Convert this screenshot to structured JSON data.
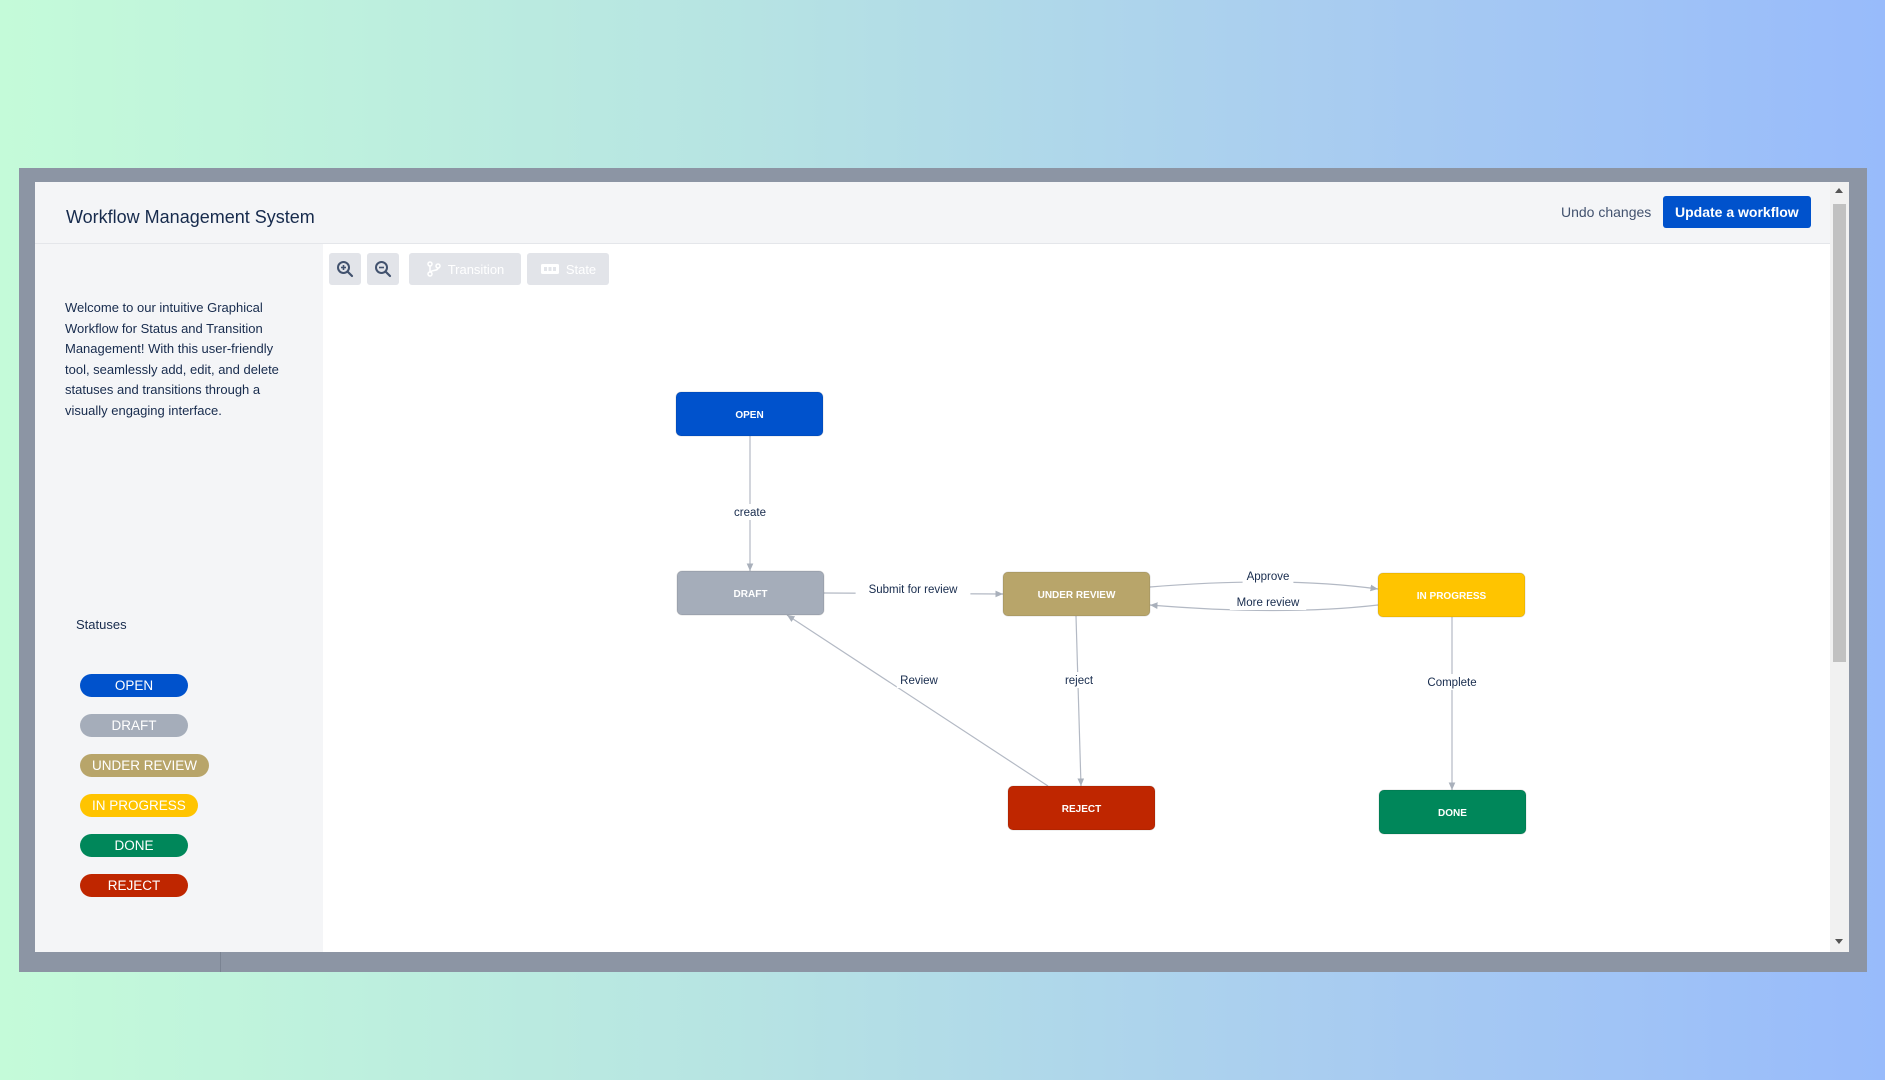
{
  "header": {
    "title": "Workflow Management System",
    "undo_label": "Undo changes",
    "update_label": "Update a workflow"
  },
  "sidebar": {
    "intro": "Welcome to our intuitive Graphical Workflow for Status and Transition Management! With this user-friendly tool, seamlessly add, edit, and delete statuses and transitions through a visually engaging interface.",
    "statuses_heading": "Statuses",
    "statuses": [
      {
        "label": "OPEN",
        "color": "#0052cc"
      },
      {
        "label": "DRAFT",
        "color": "#a5adba"
      },
      {
        "label": "UNDER REVIEW",
        "color": "#b8a56a"
      },
      {
        "label": "IN PROGRESS",
        "color": "#ffc400"
      },
      {
        "label": "DONE",
        "color": "#00875a"
      },
      {
        "label": "REJECT",
        "color": "#bf2600"
      }
    ]
  },
  "toolbar": {
    "zoom_in_icon": "zoom-in-icon",
    "zoom_out_icon": "zoom-out-icon",
    "transition_label": "Transition",
    "state_label": "State"
  },
  "diagram": {
    "nodes": [
      {
        "id": "open",
        "label": "OPEN",
        "color": "#0052cc"
      },
      {
        "id": "draft",
        "label": "DRAFT",
        "color": "#a5adba"
      },
      {
        "id": "under_review",
        "label": "UNDER REVIEW",
        "color": "#b8a56a"
      },
      {
        "id": "in_progress",
        "label": "IN PROGRESS",
        "color": "#ffc400"
      },
      {
        "id": "reject",
        "label": "REJECT",
        "color": "#bf2600"
      },
      {
        "id": "done",
        "label": "DONE",
        "color": "#00875a"
      }
    ],
    "edges": [
      {
        "from": "open",
        "to": "draft",
        "label": "create"
      },
      {
        "from": "draft",
        "to": "under_review",
        "label": "Submit for review"
      },
      {
        "from": "under_review",
        "to": "in_progress",
        "label": "Approve"
      },
      {
        "from": "in_progress",
        "to": "under_review",
        "label": "More review"
      },
      {
        "from": "under_review",
        "to": "reject",
        "label": "reject"
      },
      {
        "from": "reject",
        "to": "draft",
        "label": "Review"
      },
      {
        "from": "in_progress",
        "to": "done",
        "label": "Complete"
      }
    ]
  }
}
